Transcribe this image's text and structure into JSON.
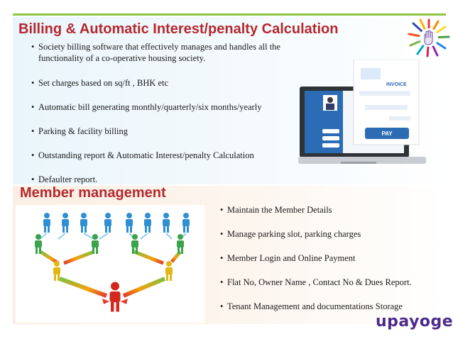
{
  "section1": {
    "title": "Billing & Automatic Interest/penalty Calculation",
    "bullets": [
      "Society billing software that effectively manages and handles all the",
      "functionality of a co-operative housing society.",
      "Set charges based on sq/ft , BHK etc",
      "Automatic bill generating monthly/quarterly/six months/yearly",
      "Parking  & facility billing",
      "Outstanding report & Automatic Interest/penalty Calculation",
      "Defaulter report."
    ]
  },
  "section2": {
    "title": "Member management",
    "bullets": [
      "Maintain the Member Details",
      "Manage parking slot, parking charges",
      "Member Login and Online Payment",
      "Flat No, Owner Name , Contact No & Dues Report.",
      "Tenant Management and documentations Storage"
    ]
  },
  "illustration": {
    "invoice_label": "INVOICE",
    "pay_label": "PAY"
  },
  "brand": {
    "name": "upayogee",
    "color": "#4d2a8c"
  },
  "colors": {
    "heading": "#b5282e",
    "accent_line": "#8cc63f",
    "screen_blue": "#2b6cb4"
  }
}
